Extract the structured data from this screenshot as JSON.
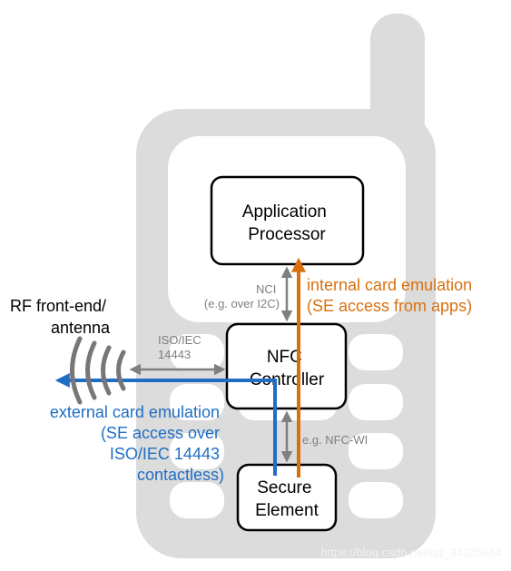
{
  "boxes": {
    "app_processor": [
      "Application",
      "Processor"
    ],
    "nfc_controller": [
      "NFC",
      "Controller"
    ],
    "secure_element": [
      "Secure",
      "Element"
    ]
  },
  "labels": {
    "rf_antenna": [
      "RF front-end/",
      "antenna"
    ],
    "nci": [
      "NCI",
      "(e.g. over I2C)"
    ],
    "iso_iec": [
      "ISO/IEC",
      "14443"
    ],
    "nfc_wi": "e.g. NFC-WI",
    "internal_ce": [
      "internal card emulation",
      "(SE access from apps)"
    ],
    "external_ce": [
      "external card emulation",
      "(SE access over",
      "ISO/IEC 14443",
      "contactless)"
    ],
    "watermark": "https://blog.csdn.net/qq_34205684"
  },
  "colors": {
    "phone_body": "#dcdcdc",
    "internal_path": "#d9700f",
    "external_path": "#1f6ec4",
    "link_arrow": "#7f7f7f"
  }
}
